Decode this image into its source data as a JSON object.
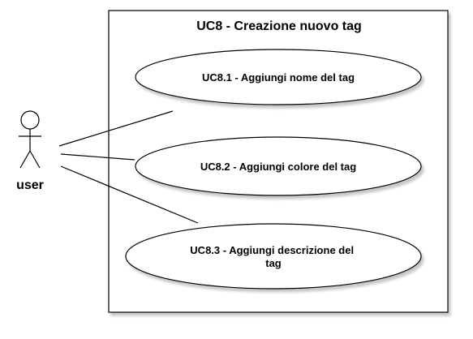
{
  "system": {
    "title": "UC8 - Creazione nuovo tag"
  },
  "actor": {
    "label": "user"
  },
  "use_cases": [
    {
      "lines": [
        "UC8.1 - Aggiungi nome del tag"
      ]
    },
    {
      "lines": [
        "UC8.2 - Aggiungi colore del tag"
      ]
    },
    {
      "lines": [
        "UC8.3 - Aggiungi descrizione del",
        "tag"
      ]
    }
  ],
  "colors": {
    "stroke": "#000000",
    "fill": "#ffffff",
    "shadow": "#cccccc"
  }
}
